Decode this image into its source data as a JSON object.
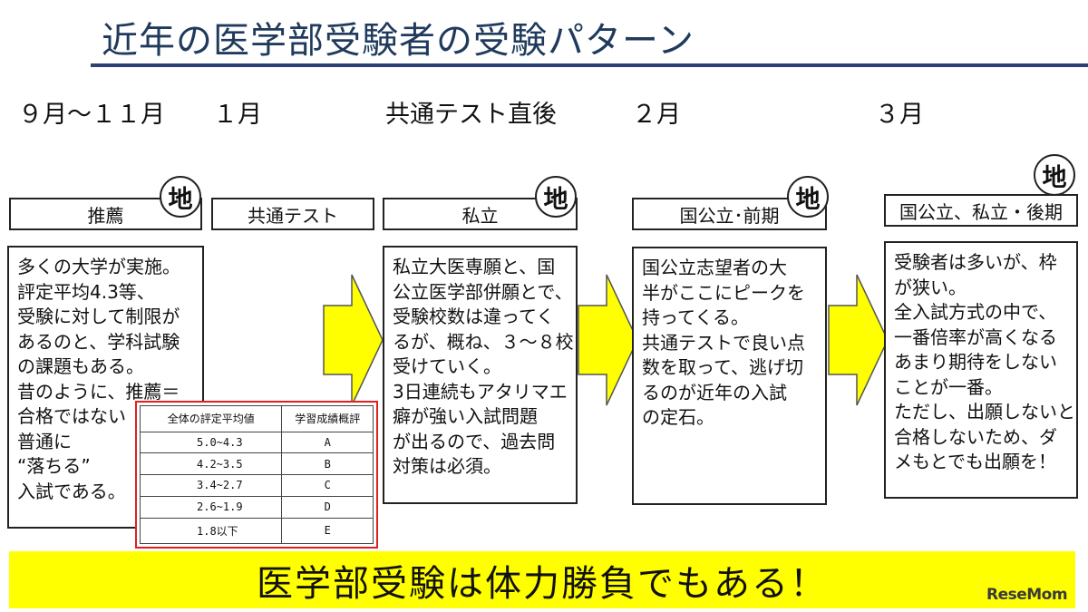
{
  "title": "近年の医学部受験者の受験パターン",
  "periods": [
    "９月〜１１月",
    "１月",
    "共通テスト直後",
    "２月",
    "３月"
  ],
  "stages": [
    "推薦",
    "共通テスト",
    "私立",
    "国公立･前期",
    "国公立、私立・後期"
  ],
  "badge_label": "地",
  "boxes": [
    "多くの大学が実施。\n評定平均4.3等、\n受験に対して制限が\nあるのと、学科試験\nの課題もある。\n昔のように、推薦＝\n合格ではない\n普通に\n“落ちる”\n入試である。",
    "私立大医専願と、国\n公立医学部併願とで、\n受験校数は違ってく\nるが、概ね、３〜８校\n受けていく。\n3日連続もアタリマエ\n癖が強い入試問題\nが出るので、過去問\n対策は必須。",
    "国公立志望者の大\n半がここにピークを\n持ってくる。\n共通テストで良い点\n数を取って、逃げ切\nるのが近年の入試\nの定石。",
    "受験者は多いが、枠\nが狭い。\n全入試方式の中で、\n一番倍率が高くなる\nあまり期待をしない\nことが一番。\nただし、出願しないと\n合格しないため、ダ\nメもとでも出願を！"
  ],
  "grade_table": {
    "headers": [
      "全体の評定平均値",
      "学習成績概評"
    ],
    "rows": [
      [
        "5.0~4.3",
        "A"
      ],
      [
        "4.2~3.5",
        "B"
      ],
      [
        "3.4~2.7",
        "C"
      ],
      [
        "2.6~1.9",
        "D"
      ],
      [
        "1.8以下",
        "E"
      ]
    ]
  },
  "banner": "医学部受験は体力勝負でもある！",
  "logo": "ReseMom",
  "colors": {
    "title": "#1f3a5c",
    "rule": "#2f3f73",
    "arrow_fill": "#ffff00",
    "banner_fill": "#ffff00",
    "table_border": "#e02020"
  }
}
